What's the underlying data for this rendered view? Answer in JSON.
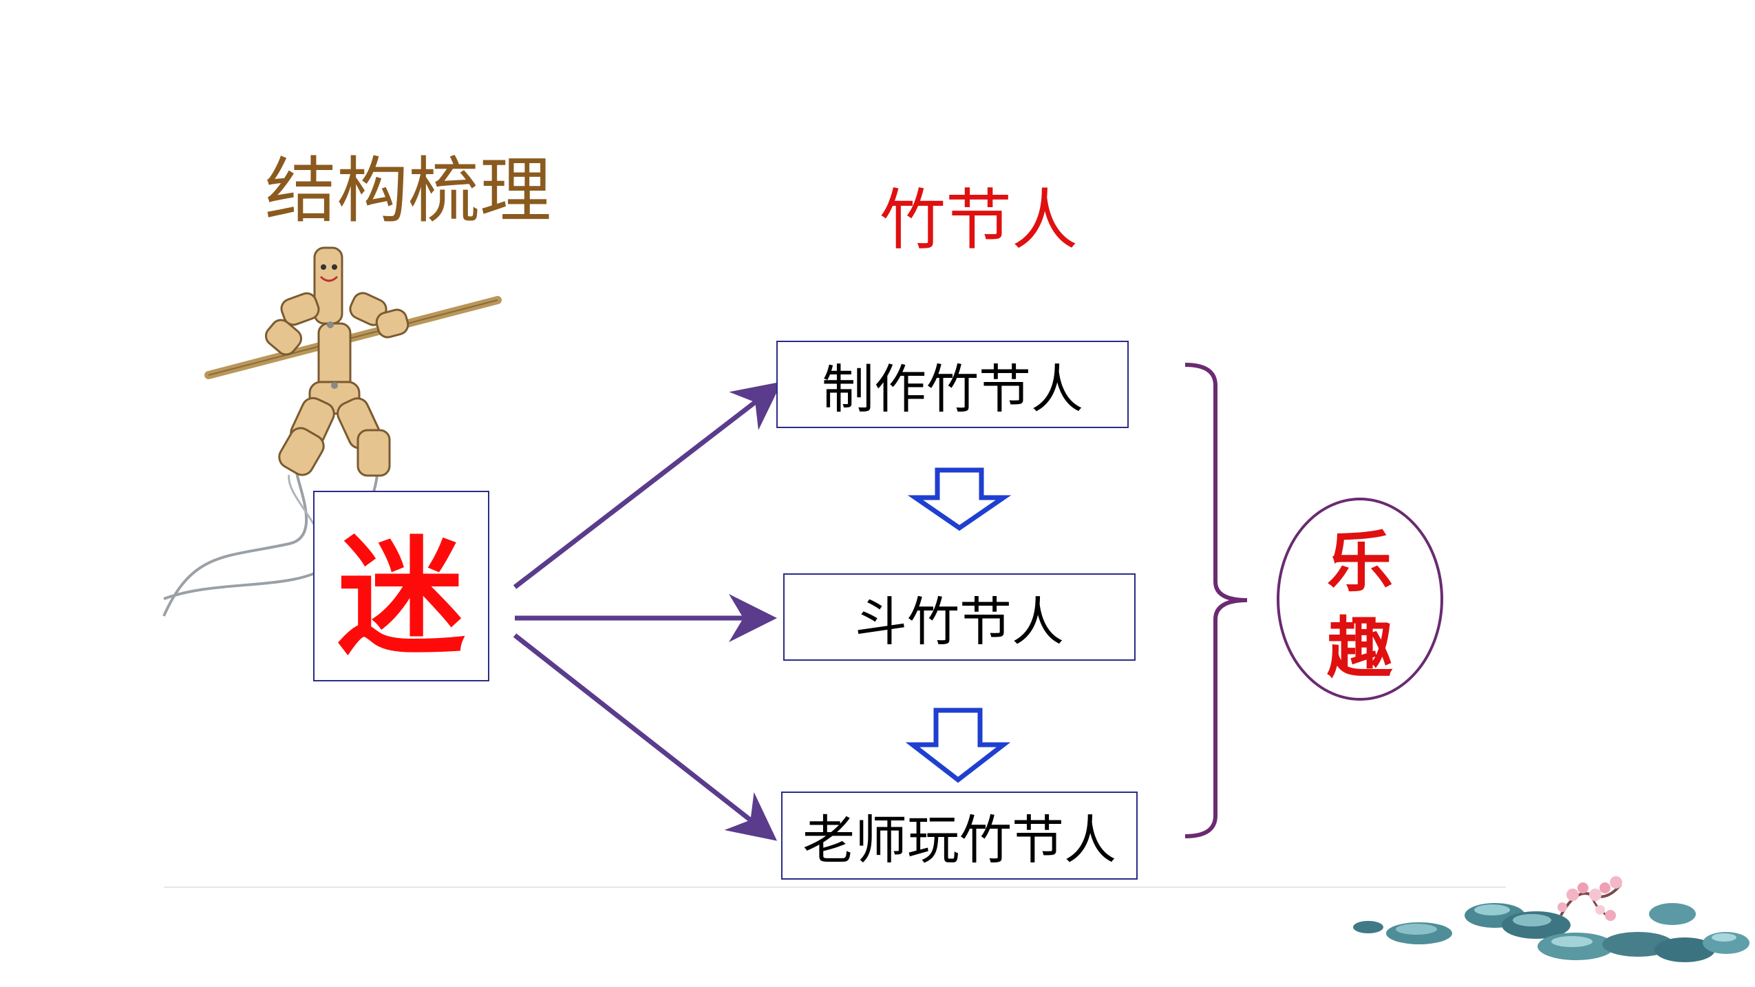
{
  "heading": {
    "title": "结构梳理"
  },
  "center_label": "竹节人",
  "source": {
    "label": "迷"
  },
  "steps": [
    {
      "label": "制作竹节人"
    },
    {
      "label": "斗竹节人"
    },
    {
      "label": "老师玩竹节人"
    }
  ],
  "summary": {
    "label": "乐趣"
  },
  "colors": {
    "heading": "#8a5a1e",
    "accent_red": "#e01010",
    "arrow_purple": "#5a3b8c",
    "bracket_purple": "#6b2a72",
    "box_border": "#2a2a8a",
    "down_arrow_blue": "#1f3fd0"
  },
  "decorations": [
    "bamboo-figure-illustration",
    "rock-blossom-decoration"
  ]
}
